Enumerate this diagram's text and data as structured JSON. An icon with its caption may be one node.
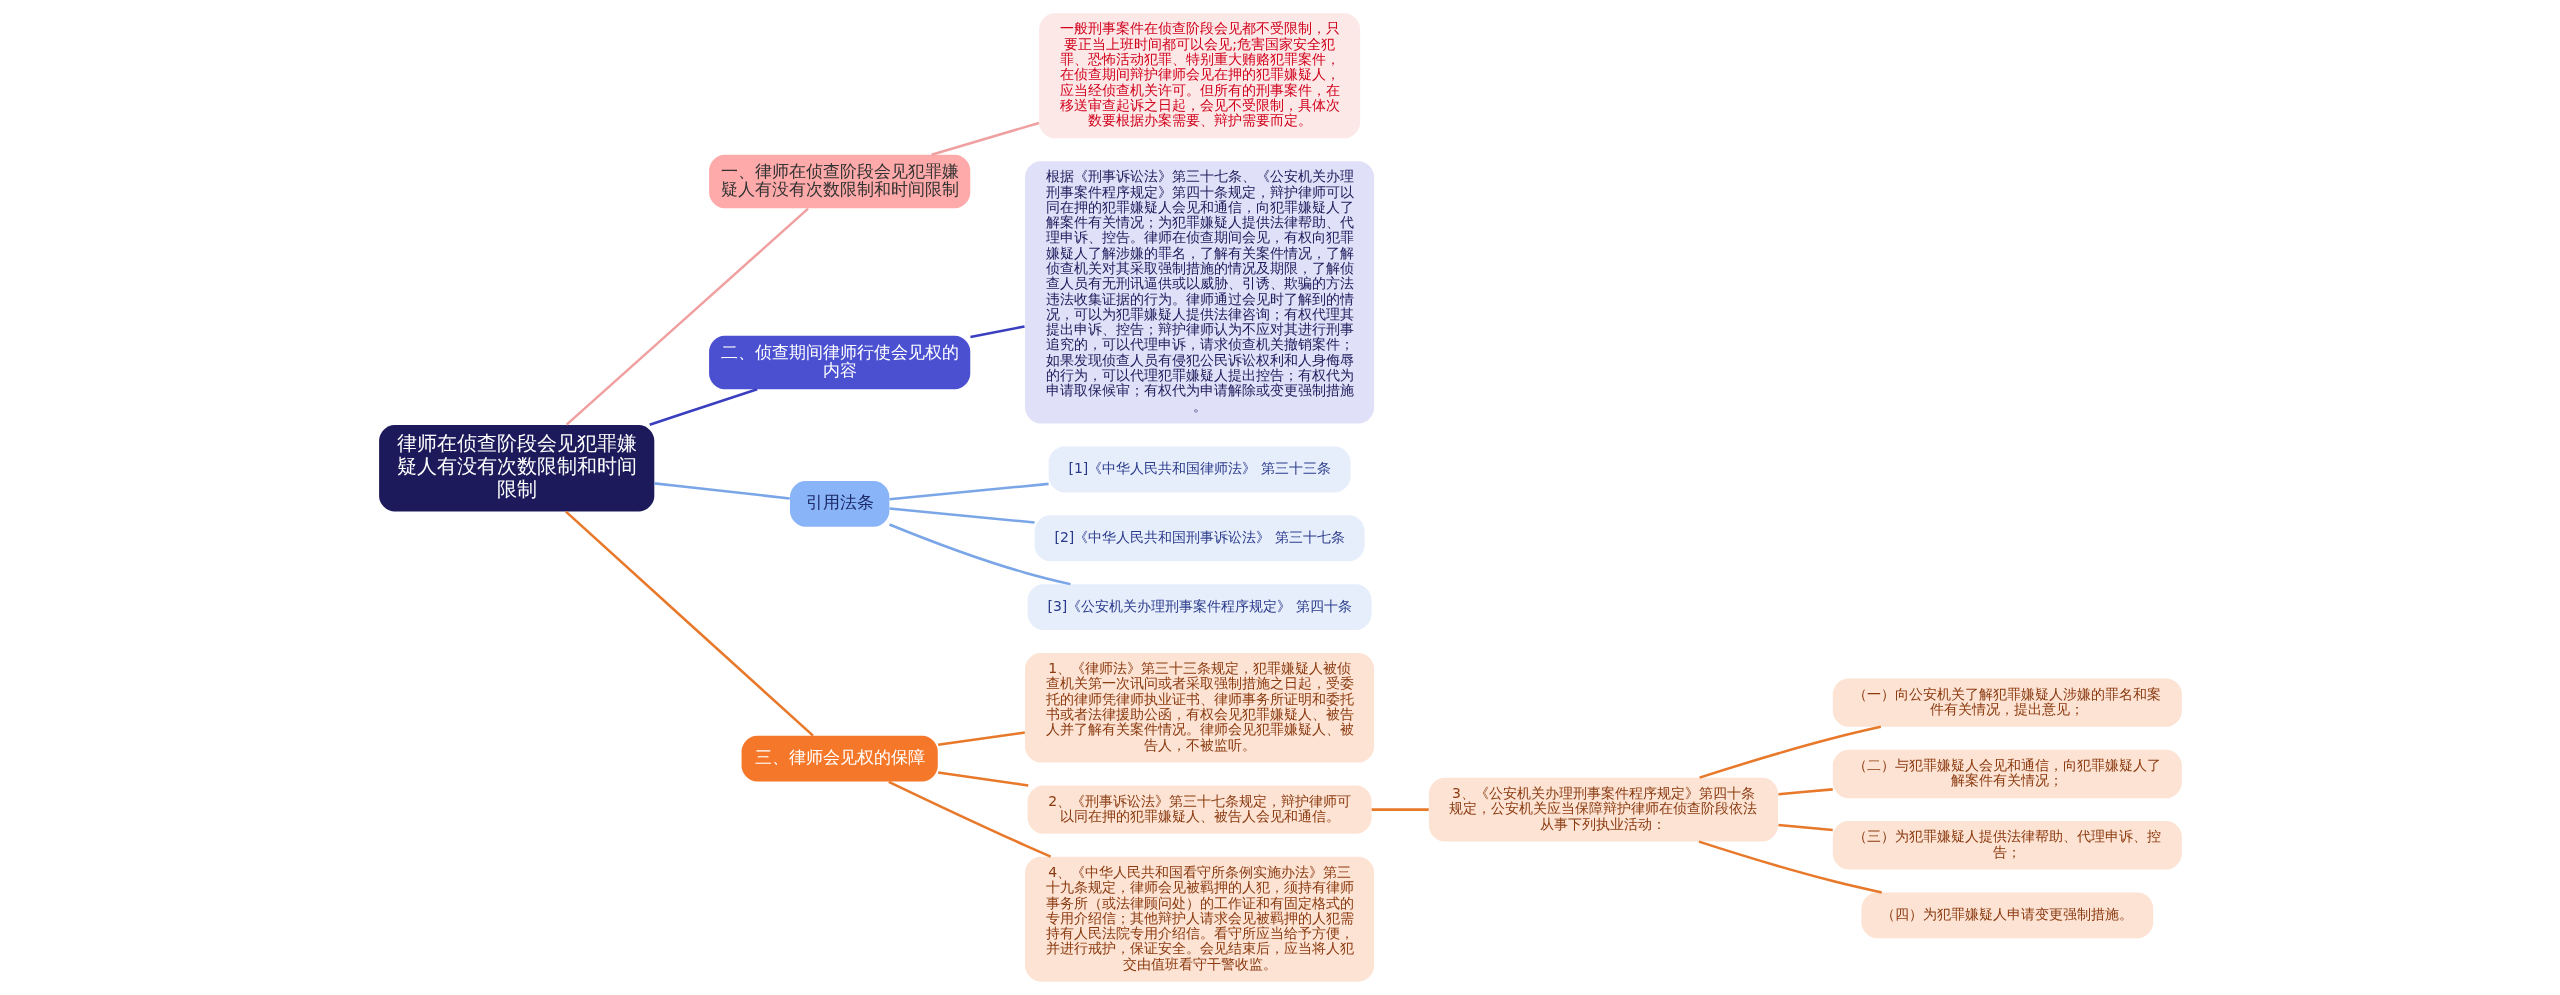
{
  "diagram": {
    "nodes": [
      {
        "text": [
          "律师在侦查阶段会见犯罪嫌疑人有没有次数限制和时间限制"
        ]
      },
      {
        "text": [
          "一、律师在侦查阶段会见犯罪嫌疑人有没有次数限制和时间限制"
        ]
      },
      {
        "text": [
          "一般刑事案件在侦查阶段会见都不受限制，只要正当上班时间都可以会见;危害国家安全犯罪、恐怖活动犯罪、特别重大贿赂犯罪案件，在侦查期间辩护律师会见在押的犯罪嫌疑人，应当经侦查机关许可。但所有的刑事案件，在移送审查起诉之日起，会见不受限制，具体次数要根据办案需要、辩护需要而定。"
        ]
      },
      {
        "text": [
          "二、侦查期间律师行使会见权的内容"
        ]
      },
      {
        "text": [
          "根据《刑事诉讼法》第三十七条、《公安机关办理刑事案件程序规定》第四十条规定，辩护律师可以同在押的犯罪嫌疑人会见和通信，向犯罪嫌疑人了解案件有关情况；为犯罪嫌疑人提供法律帮助、代理申诉、控告。律师在侦查期间会见，有权向犯罪嫌疑人了解涉嫌的罪名，了解有关案件情况，了解侦查机关对其采取强制措施的情况及期限，了解侦查人员有无刑讯逼供或以威胁、引诱、欺骗的方法违法收集证据的行为。律师通过会见时了解到的情况，可以为犯罪嫌疑人提供法律咨询；有权代理其提出申诉、控告；辩护律师认为不应对其进行刑事追究的，可以代理申诉，请求侦查机关撤销案件；如果发现侦查人员有侵犯公民诉讼权利和人身侮辱的行为，可以代理犯罪嫌疑人提出控告；有权代为申请取保候审；有权代为申请解除或变更强制措施。"
        ]
      },
      {
        "text": [
          "引用法条"
        ]
      },
      {
        "text": [
          "[1]《中华人民共和国律师法》 第三十三条"
        ]
      },
      {
        "text": [
          "[2]《中华人民共和国刑事诉讼法》 第三十七条"
        ]
      },
      {
        "text": [
          "[3]《公安机关办理刑事案件程序规定》 第四十条"
        ]
      },
      {
        "text": [
          "三、律师会见权的保障"
        ]
      },
      {
        "text": [
          "1、《律师法》第三十三条规定，犯罪嫌疑人被侦查机关第一次讯问或者采取强制措施之日起，受委托的律师凭律师执业证书、律师事务所证明和委托书或者法律援助公函，有权会见犯罪嫌疑人、被告人并了解有关案件情况。律师会见犯罪嫌疑人、被告人，不被监听。"
        ]
      },
      {
        "text": [
          "2、《刑事诉讼法》第三十七条规定，辩护律师可以同在押的犯罪嫌疑人、被告人会见和通信。"
        ]
      },
      {
        "text": [
          "3、《公安机关办理刑事案件程序规定》第四十条规定，公安机关应当保障辩护律师在侦查阶段依法从事下列执业活动："
        ]
      },
      {
        "text": [
          "（一）向公安机关了解犯罪嫌疑人涉嫌的罪名和案件有关情况，提出意见；"
        ]
      },
      {
        "text": [
          "（二）与犯罪嫌疑人会见和通信，向犯罪嫌疑人了解案件有关情况；"
        ]
      },
      {
        "text": [
          "（三）为犯罪嫌疑人提供法律帮助、代理申诉、控告；"
        ]
      },
      {
        "text": [
          "（四）为犯罪嫌疑人申请变更强制措施。"
        ]
      },
      {
        "text": [
          "4、《中华人民共和国看守所条例实施办法》第三十九条规定，律师会见被羁押的人犯，须持有律师事务所（或法律顾问处）的工作证和有固定格式的专用介绍信；其他辩护人请求会见被羁押的人犯需持有人民法院专用介绍信。看守所应当给予方便，并进行戒护，保证安全。会见结束后，应当将人犯交由值班看守干警收监。"
        ]
      }
    ],
    "edges": [
      {
        "from": 0,
        "to": 1,
        "arrow": "none",
        "color": "#f0a0a0"
      },
      {
        "from": 1,
        "to": 2,
        "arrow": "none",
        "color": "#f0a0a0"
      },
      {
        "from": 0,
        "to": 3,
        "arrow": "none",
        "color": "#3a3fc0"
      },
      {
        "from": 3,
        "to": 4,
        "arrow": "none",
        "color": "#3a3fc0"
      },
      {
        "from": 0,
        "to": 5,
        "arrow": "none",
        "color": "#7aa6e8"
      },
      {
        "from": 5,
        "to": 6,
        "arrow": "none",
        "color": "#7aa6e8"
      },
      {
        "from": 5,
        "to": 7,
        "arrow": "none",
        "color": "#7aa6e8"
      },
      {
        "from": 5,
        "to": 8,
        "arrow": "none",
        "color": "#7aa6e8"
      },
      {
        "from": 0,
        "to": 9,
        "arrow": "none"
      },
      {
        "from": 9,
        "to": 10,
        "arrow": "none"
      },
      {
        "from": 9,
        "to": 11,
        "arrow": "none"
      },
      {
        "from": 9,
        "to": 17,
        "arrow": "none"
      },
      {
        "from": 11,
        "to": 12,
        "arrow": "none"
      },
      {
        "from": 12,
        "to": 13,
        "arrow": "none"
      },
      {
        "from": 12,
        "to": 14,
        "arrow": "none"
      },
      {
        "from": 12,
        "to": 15,
        "arrow": "none"
      },
      {
        "from": 12,
        "to": 16,
        "arrow": "none"
      }
    ]
  }
}
